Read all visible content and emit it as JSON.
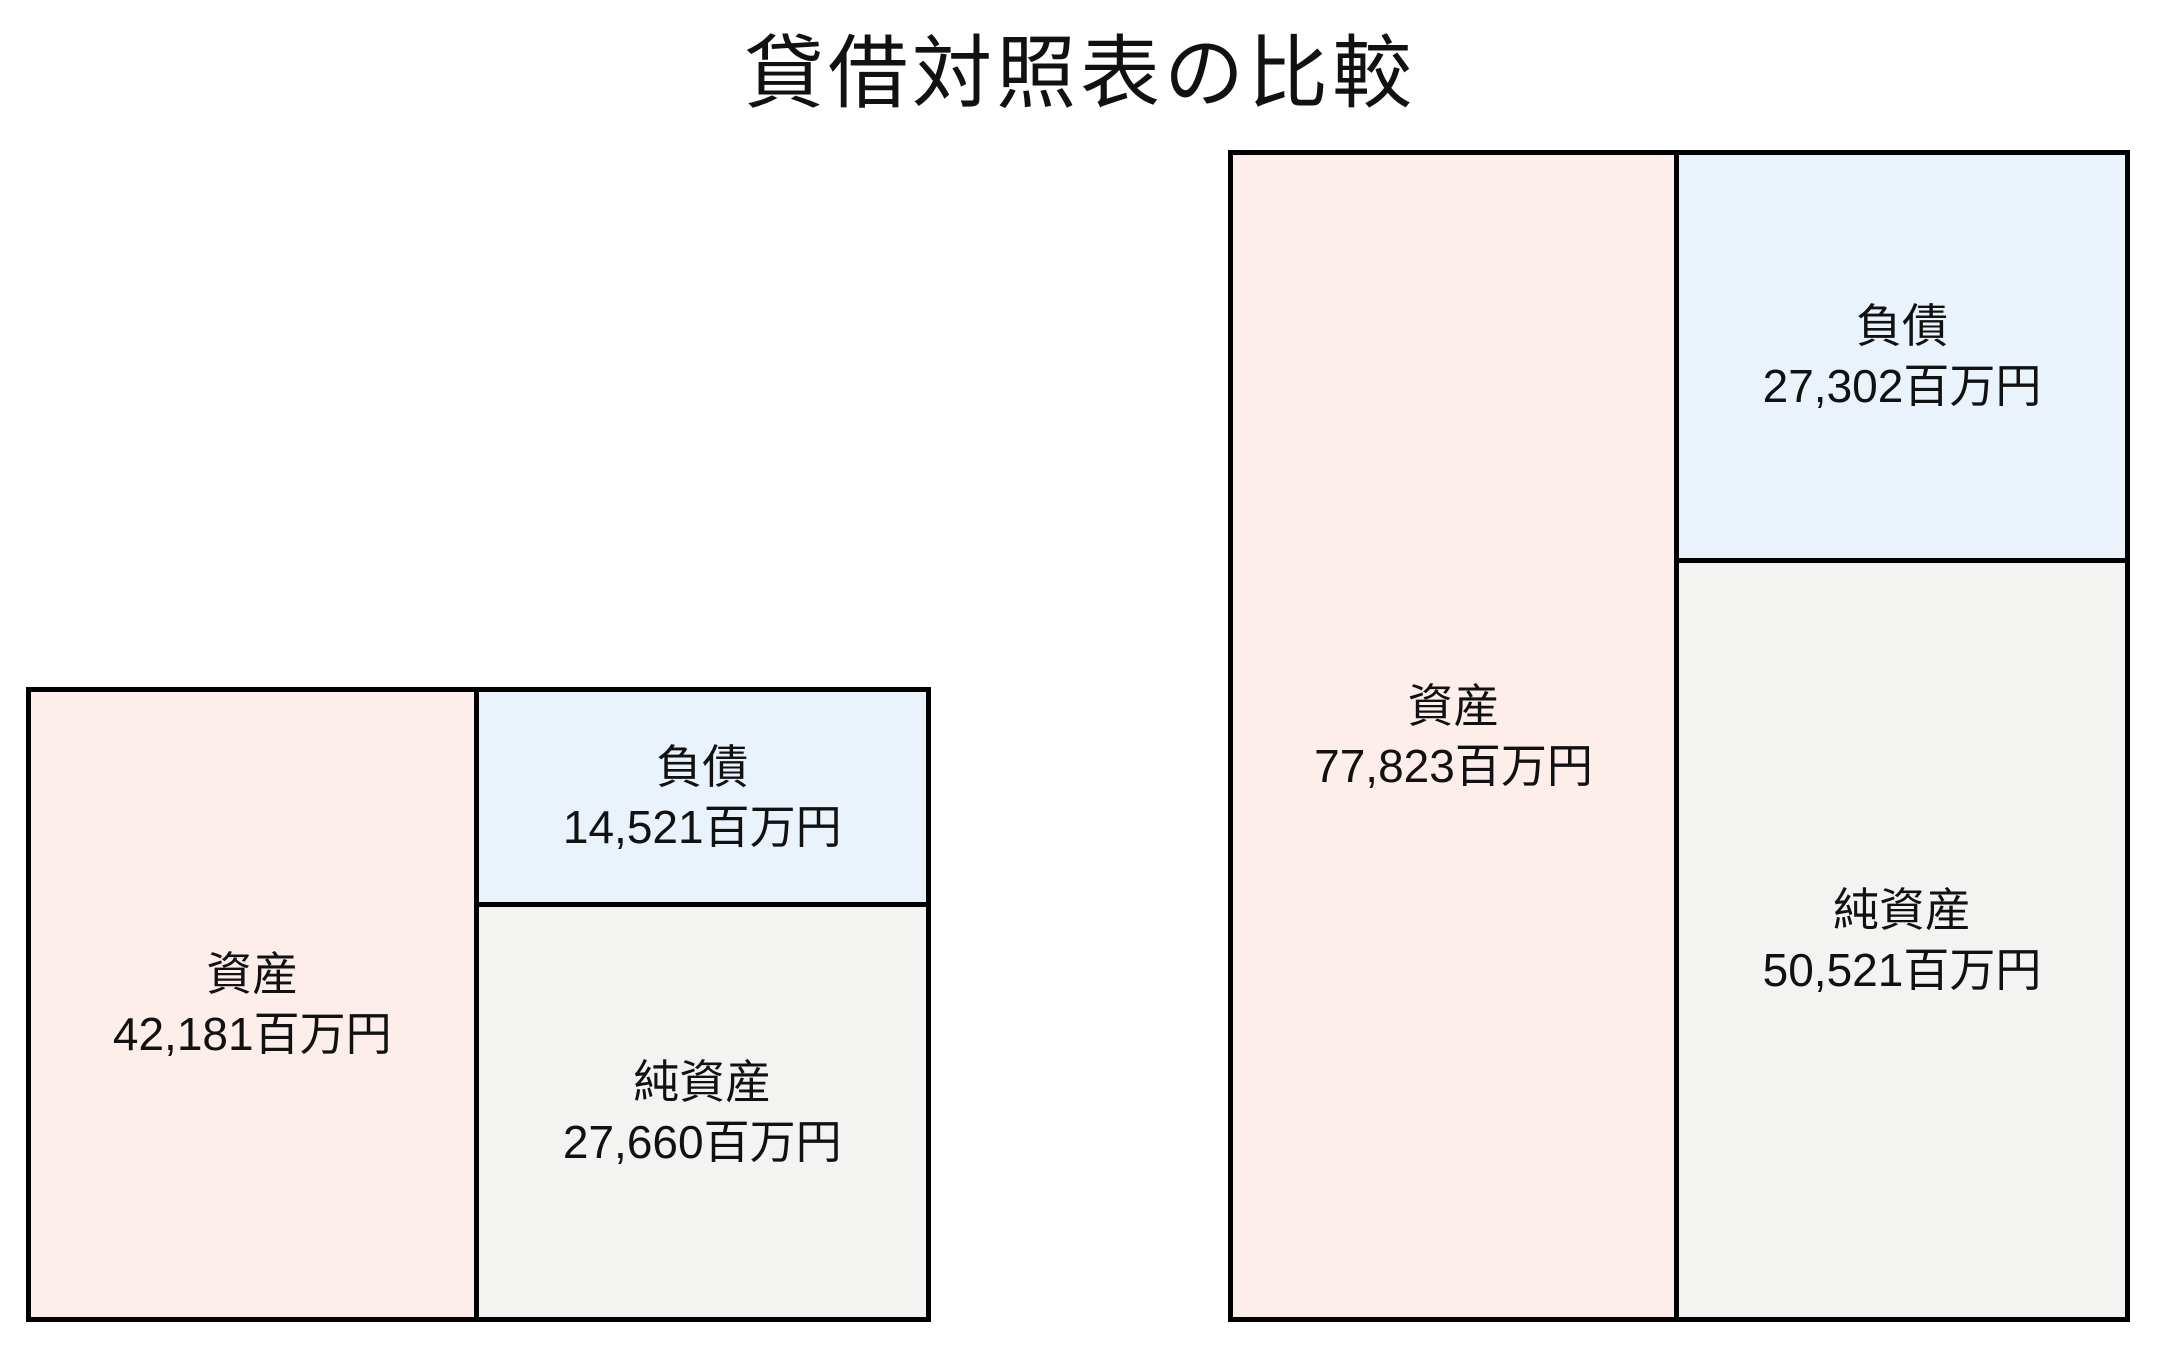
{
  "title": "貸借対照表の比較",
  "colors": {
    "assets_fill": "#fdeeeb",
    "liabilities_fill": "#eaf2fc",
    "net_assets_fill": "#f3f3f2",
    "border": "#000000",
    "text": "#111111",
    "background": "#ffffff"
  },
  "chart_data": {
    "type": "bar",
    "subtype": "balance-sheet-box-comparison",
    "title": "貸借対照表の比較",
    "unit": "百万円",
    "layout": {
      "grid": false,
      "legend": false,
      "axes": false,
      "sheets_bottom_aligned": true,
      "sheet_height_proportional_to": "assets",
      "left_column": "assets",
      "right_column_top": "liabilities",
      "right_column_bottom": "net_assets",
      "column_split_fraction": 0.5
    },
    "sheets": [
      {
        "assets": {
          "label": "資産",
          "value": 42181,
          "display": "42,181百万円"
        },
        "liabilities": {
          "label": "負債",
          "value": 14521,
          "display": "14,521百万円"
        },
        "net_assets": {
          "label": "純資産",
          "value": 27660,
          "display": "27,660百万円"
        }
      },
      {
        "assets": {
          "label": "資産",
          "value": 77823,
          "display": "77,823百万円"
        },
        "liabilities": {
          "label": "負債",
          "value": 27302,
          "display": "27,302百万円"
        },
        "net_assets": {
          "label": "純資産",
          "value": 50521,
          "display": "50,521百万円"
        }
      }
    ]
  }
}
